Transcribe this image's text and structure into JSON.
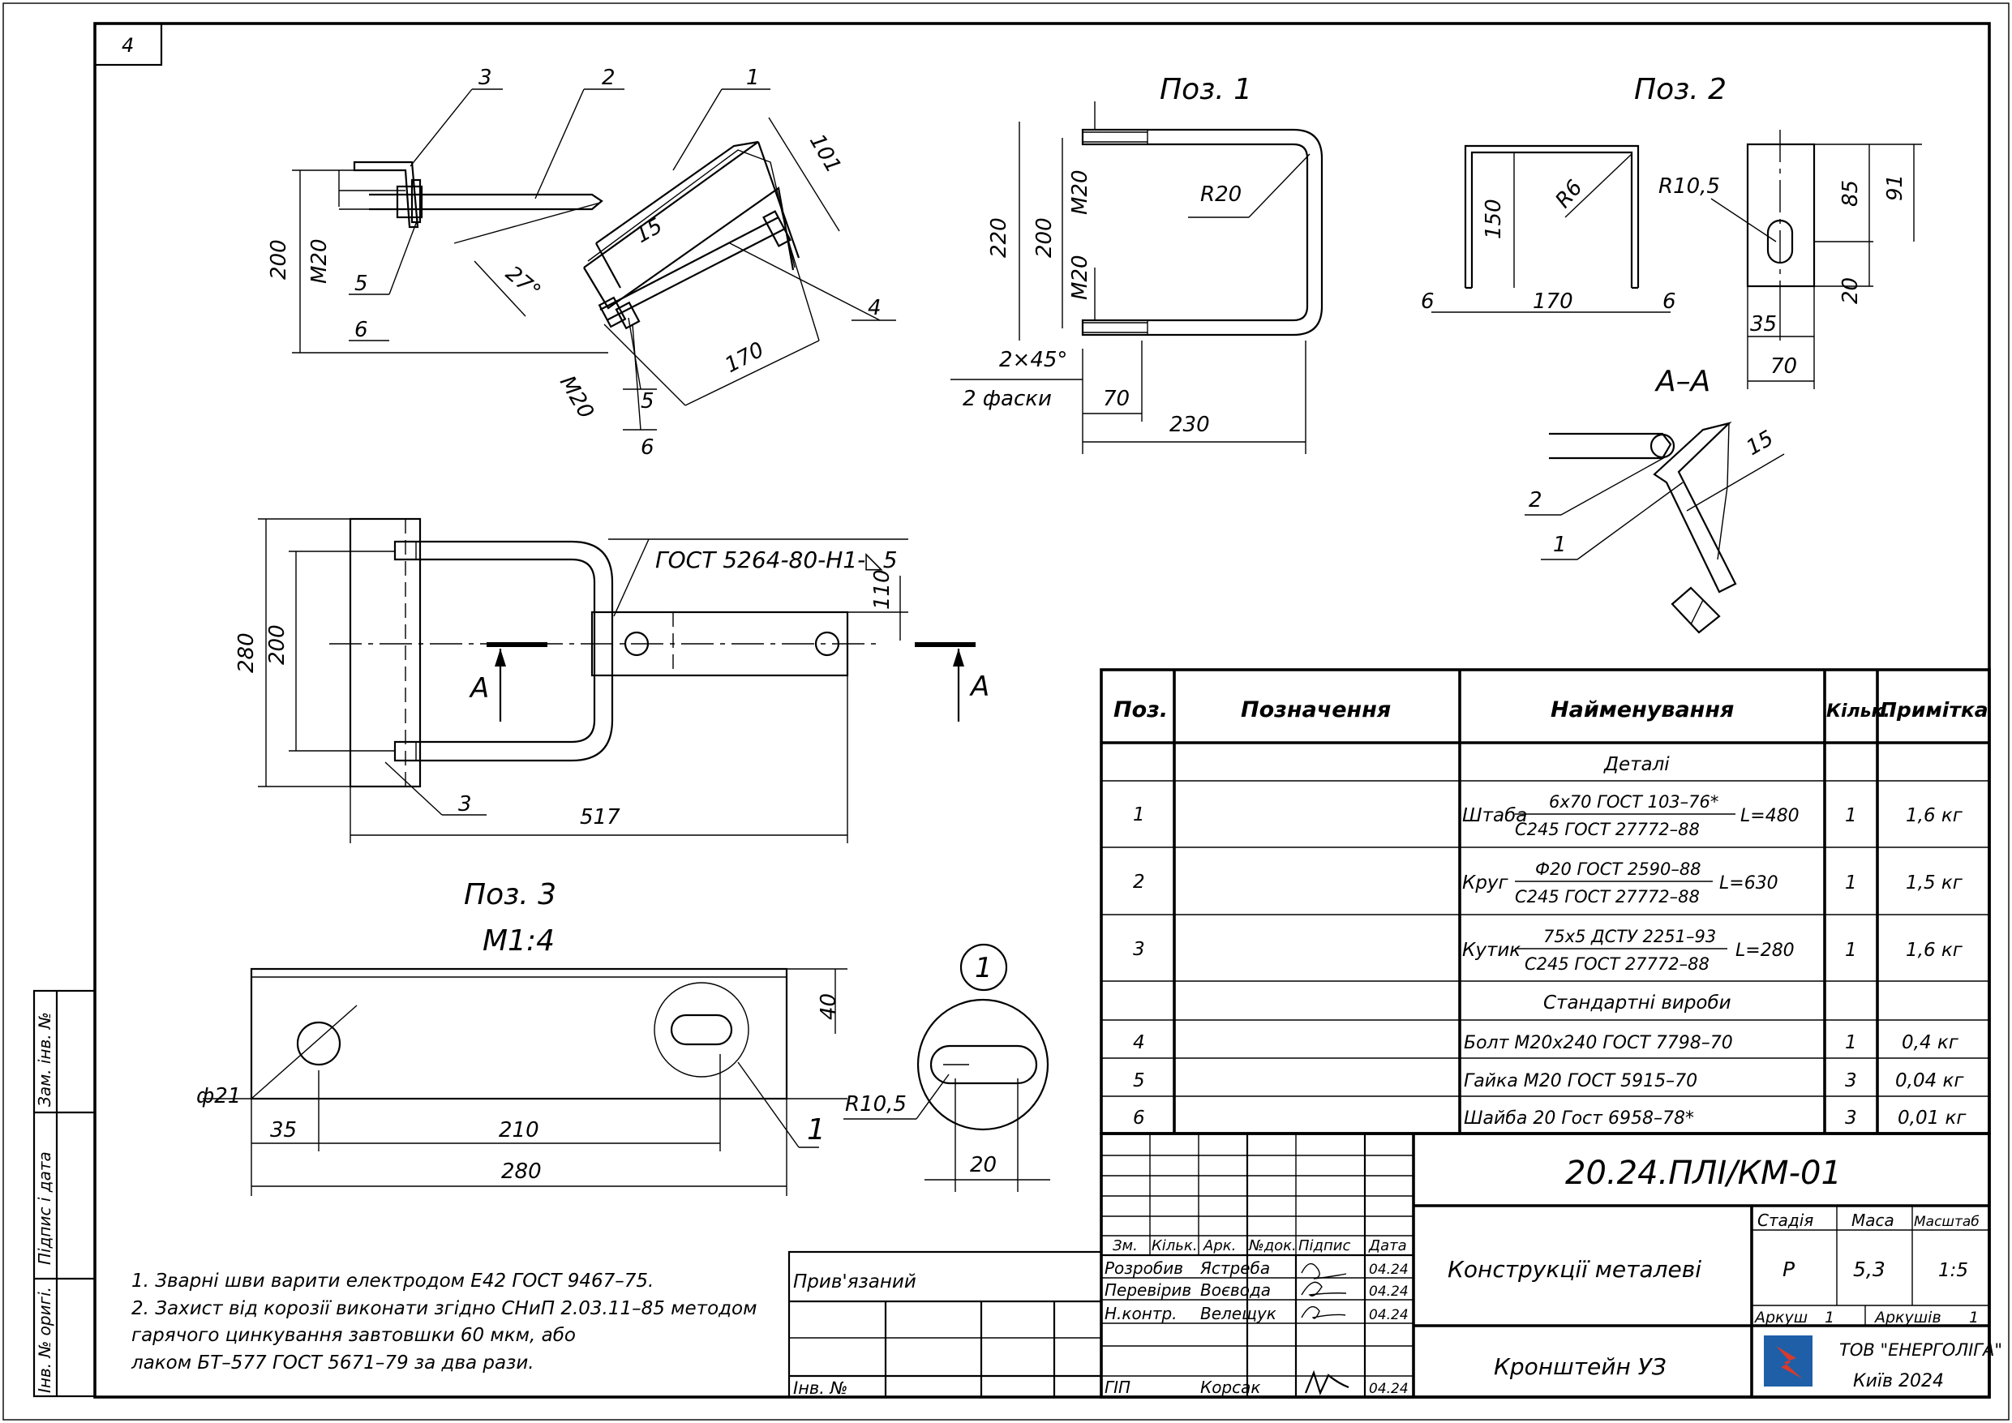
{
  "sheet": {
    "page_number": "4",
    "side_labels": [
      "Інв. № оригі.",
      "Підпис і дата",
      "Зам. інв. №"
    ]
  },
  "views": {
    "pos1_title": "Поз. 1",
    "pos2_title": "Поз. 2",
    "pos3_title": "Поз. 3",
    "pos3_scale": "М1:4",
    "section_title": "А–А",
    "section_mark": "А",
    "detail_mark": "1",
    "weld_note": "ГОСТ 5264-80-Н1-◺5"
  },
  "dims": {
    "iso": [
      "3",
      "2",
      "1",
      "101",
      "200",
      "М20",
      "15",
      "27°",
      "5",
      "6",
      "4",
      "170",
      "М20",
      "5",
      "6"
    ],
    "pos1": [
      "220",
      "200",
      "М20",
      "М20",
      "R20",
      "2×45°",
      "2 фаски",
      "70",
      "230"
    ],
    "pos2": [
      "150",
      "R6",
      "170",
      "6",
      "6",
      "R10,5",
      "85",
      "91",
      "20",
      "35",
      "70"
    ],
    "section": [
      "15",
      "2",
      "1"
    ],
    "plan": [
      "280",
      "200",
      "110",
      "3",
      "517",
      "А"
    ],
    "pos3": [
      "40",
      "ф21",
      "35",
      "210",
      "280"
    ],
    "detail": [
      "R10,5",
      "20",
      "1"
    ]
  },
  "notes": [
    "1. Зварні шви варити електродом Е42 ГОСТ 9467–75.",
    "2. Захист від корозії виконати згідно СНиП 2.03.11–85 методом",
    "гарячого цинкування завтовшки 60 мкм, або",
    "лаком БТ–577 ГОСТ 5671–79 за два рази."
  ],
  "spec": {
    "headers": [
      "Поз.",
      "Позначення",
      "Найменування",
      "Кільк.",
      "Примітка"
    ],
    "section_details": "Деталі",
    "section_standard": "Стандартні вироби",
    "rows": [
      {
        "pos": "1",
        "name": "Штаба",
        "frac_top": "6х70 ГОСТ 103–76*",
        "frac_bottom": "С245 ГОСТ 27772–88",
        "length": "L=480",
        "qty": "1",
        "note": "1,6 кг"
      },
      {
        "pos": "2",
        "name": "Круг",
        "frac_top": "Ф20 ГОСТ 2590–88",
        "frac_bottom": "С245 ГОСТ 27772–88",
        "length": "L=630",
        "qty": "1",
        "note": "1,5 кг"
      },
      {
        "pos": "3",
        "name": "Кутик",
        "frac_top": "75х5 ДСТУ 2251–93",
        "frac_bottom": "С245 ГОСТ 27772–88",
        "length": "L=280",
        "qty": "1",
        "note": "1,6 кг"
      }
    ],
    "std_rows": [
      {
        "pos": "4",
        "name": "Болт М20х240 ГОСТ 7798–70",
        "qty": "1",
        "note": "0,4 кг"
      },
      {
        "pos": "5",
        "name": "Гайка М20 ГОСТ 5915–70",
        "qty": "3",
        "note": "0,04 кг"
      },
      {
        "pos": "6",
        "name": "Шайба 20 Гост 6958–78*",
        "qty": "3",
        "note": "0,01 кг"
      }
    ]
  },
  "titleblock": {
    "code": "20.24.ПЛІ/КМ-01",
    "subject": "Конструкції металеві",
    "item": "Кронштейн УЗ",
    "bound": "Прив'язаний",
    "inv": "Інв. №",
    "col_heads": [
      "Зм.",
      "Кільк.",
      "Арк.",
      "№док.",
      "Підпис",
      "Дата"
    ],
    "people": [
      {
        "role": "Розробив",
        "name": "Ястреба",
        "date": "04.24"
      },
      {
        "role": "Перевірив",
        "name": "Воєвода",
        "date": "04.24"
      },
      {
        "role": "Н.контр.",
        "name": "Велещук",
        "date": "04.24"
      },
      {
        "role": "ГІП",
        "name": "Корсак",
        "date": "04.24"
      }
    ],
    "stage_label": "Стадія",
    "mass_label": "Маса",
    "scale_label": "Масштаб",
    "stage": "Р",
    "mass": "5,3",
    "scale": "1:5",
    "sheet_label": "Аркуш",
    "sheet": "1",
    "sheets_label": "Аркушів",
    "sheets": "1",
    "company": "ТОВ \"ЕНЕРГОЛІГА\"",
    "city": "Київ 2024",
    "logo_color": "#1f5fa8",
    "logo_accent": "#d93a2b"
  }
}
